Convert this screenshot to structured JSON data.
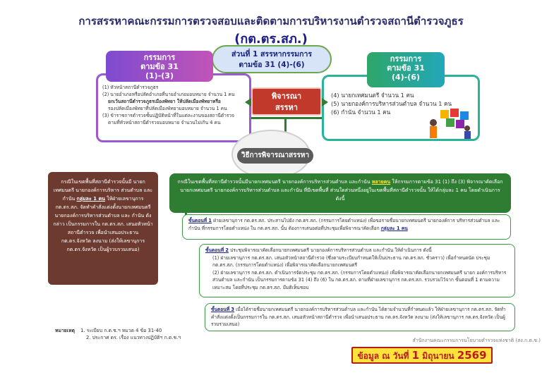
{
  "header": {
    "title": "การสรรหาคณะกรรมการตรวจสอบและติดตามการบริหารงานตำรวจสถานีตำรวจภูธร",
    "subtitle": "(กต.ตร.สภ.)"
  },
  "part_badge": {
    "line1": "ส่วนที่ 1 สรรหากรรมการ",
    "line2": "ตามข้อ 31 (4)-(6)"
  },
  "left": {
    "head_line1": "กรรมการ",
    "head_line2": "ตามข้อ 31",
    "head_line3": "(1)-(3)",
    "items": [
      "(1) หัวหน้าสถานีตำรวจภูธร",
      "(2) นายอำเภอหรือปลัดอำเภอที่นายอำเภอมอบหมาย จำนวน 1 คน",
      "ยกเว้นสถานีตำรวจภูธรเมืองพัทยา ให้ปลัดเมืองพัทยาหรือ",
      "รองปลัดเมืองพัทยาที่ปลัดเมืองพัทยามอบหมาย จำนวน 1 คน",
      "(3) ข้าราชการตำรวจชั้นปฏิบัติหน้าที่ในแต่ละงานของสถานีตำรวจ",
      "ตามที่หัวหน้าสถานีตำรวจมอบหมาย จำนวนไม่เกิน 4 คน"
    ]
  },
  "right": {
    "head_line1": "กรรมการ",
    "head_line2": "ตามข้อ 31",
    "head_line3": "(4)-(6)",
    "items": [
      "(4) นายกเทศมนตรี จำนวน 1 คน",
      "(5) นายกองค์การบริหารส่วนตำบล จำนวน 1 คน",
      "(6) กำนัน จำนวน 1 คน"
    ]
  },
  "consider": {
    "line1": "พิจารณา",
    "line2": "สรรหา"
  },
  "method": {
    "label": "วิธีการพิจารณาสรรหา"
  },
  "brown_box": {
    "text_a": "กรณีในเขตพื้นที่สถานีตำรวจนั้นมี นายกเทศมนตรี นายกองค์การบริหาร ส่วนตำบล และกำนัน ",
    "text_b": "กลุ่มละ 1 คน",
    "text_c": " ให้ฝ่ายเลขานุการ กต.ตร.สภ. จัดทำคำสั่งแต่งตั้งนายกเทศมนตรี นายกองค์การบริหารส่วนตำบล และ กำนัน ดังกล่าว เป็นกรรมการใน กต.ตร.สภ. เสนอหัวหน้าสถานีตำรวจ เพื่อนำเสนอประธาน กต.ตร.จังหวัด ลงนาม (ส่งให้เลขานุการ กต.ตร.จังหวัด เป็นผู้รวบรวมเสนอ)"
  },
  "green_box": {
    "text_a": "กรณีในเขตพื้นที่สถานีตำรวจนั้นมีนายกเทศมนตรี นายกองค์การบริหารส่วนตำบล และกำนัน ",
    "text_b": "หลายคน",
    "text_c": " ให้กรรมการตามข้อ 31 (1) ถึง (3) พิจารณาคัดเลือกนายกเทศมนตรี นายกองค์การบริหารส่วนตำบล และกำนัน ที่มีเขตพื้นที่ ส่วนใดส่วนหนึ่งอยู่ในเขตพื้นที่สถานีตำรวจนั้น ให้ได้กลุ่มละ 1 คน โดยดำเนินการ ดังนี้"
  },
  "step1": {
    "label": "ขั้นตอนที่ 1",
    "text_a": " ฝ่ายเลขานุการ กต.ตร.สภ. ประสานไปยัง กต.ตร.สภ. (กรรมการโดยตำแหน่ง) เพื่อขอรายชื่อนายกเทศมนตรี นายกองค์การ บริหารส่วนตำบล และกำนัน ที่กรรมการโดยตำแหน่ง ใน กต.ตร.สภ. นั้น ต้องการเสนอต่อที่ประชุมเพื่อพิจารณาคัดเลือก ",
    "text_b": "กลุ่มละ 1 คน"
  },
  "step2": {
    "label": "ขั้นตอนที่ 2",
    "intro": " ประชุมพิจารณาคัดเลือกนายกเทศมนตรี นายกองค์การบริหารส่วนตำบล และกำนัน ให้ดำเนินการ ดังนี้",
    "sub1": "(1) ฝ่ายเลขานุการ กต.ตร.สภ. เสนอหัวหน้าสถานีตำรวจ (ซึ่งตามระเบียบกำหนดให้เป็นประธาน กต.ตร.สภ. ชั่วคราว) เพื่อกำหนดนัด ประชุม กต.ตร.สภ. (กรรมการโดยตำแหน่ง) เพื่อพิจารณาคัดเลือกนายกเทศมนตรี",
    "sub2": "(2) ฝ่ายเลขานุการ กต.ตร.สภ. ดำเนินการจัดประชุม กต.ตร.สภ. (กรรมการโดยตำแหน่ง) เพื่อพิจารณาคัดเลือกนายกเทศมนตรี นายก องค์การบริหารส่วนตำบล และกำนัน เป็นกรรมการตามข้อ 31 (4) ถึง (6) ใน กต.ตร.สภ. ตามที่ฝ่ายเลขานุการ กต.ตร.สภ. รวบรวมไว้จาก ขั้นตอนที่ 1 ตามความเหมาะสม โดยที่ประชุม กต.ตร.สภ. มีมติเห็นชอบ"
  },
  "step3": {
    "label": "ขั้นตอนที่ 3",
    "text": " เมื่อได้รายชื่อนายกเทศมนตรี นายกองค์การบริหารส่วนตำบล และกำนัน ได้ตามจำนวนที่กำหนดแล้ว ให้ฝ่ายเลขานุการ กต.ตร.สภ. จัดทำคำสั่งแต่งตั้งเป็นกรรมการใน กต.ตร.สภ. เสนอหัวหน้าสถานีตำรวจ เพื่อนำเสนอประธาน กต.ตร.จังหวัด ลงนาม (ส่งให้เลขานุการ กต.ตร.จังหวัด เป็นผู้รวบรวมเสนอ)"
  },
  "note": {
    "label": "หมายเหตุ",
    "line1": "1. ระเบียบ ก.ต.ช.ฯ หมวด 4 ข้อ 31-40",
    "line2": "2. ประกาศ ตร. เรื่อง แนวทางปฏิบัติฯ ก.ต.ช.ฯ"
  },
  "footer": {
    "office": "สำนักงานคณะกรรมการนโยบายตำรวจแห่งชาติ (สง.ก.ต.ช.)",
    "date_a": "ข้อมูล ณ วันที่ ",
    "date_b": "1",
    "date_c": " มิถุนายน ",
    "date_d": "2569"
  },
  "colors": {
    "left_border": "#9b59d0",
    "right_border": "#2bb39a",
    "consider_bg": "#c0392b",
    "brown_box": "#6d3a2f",
    "green_box": "#2e7d32",
    "date_bg": "#ffe23b"
  }
}
